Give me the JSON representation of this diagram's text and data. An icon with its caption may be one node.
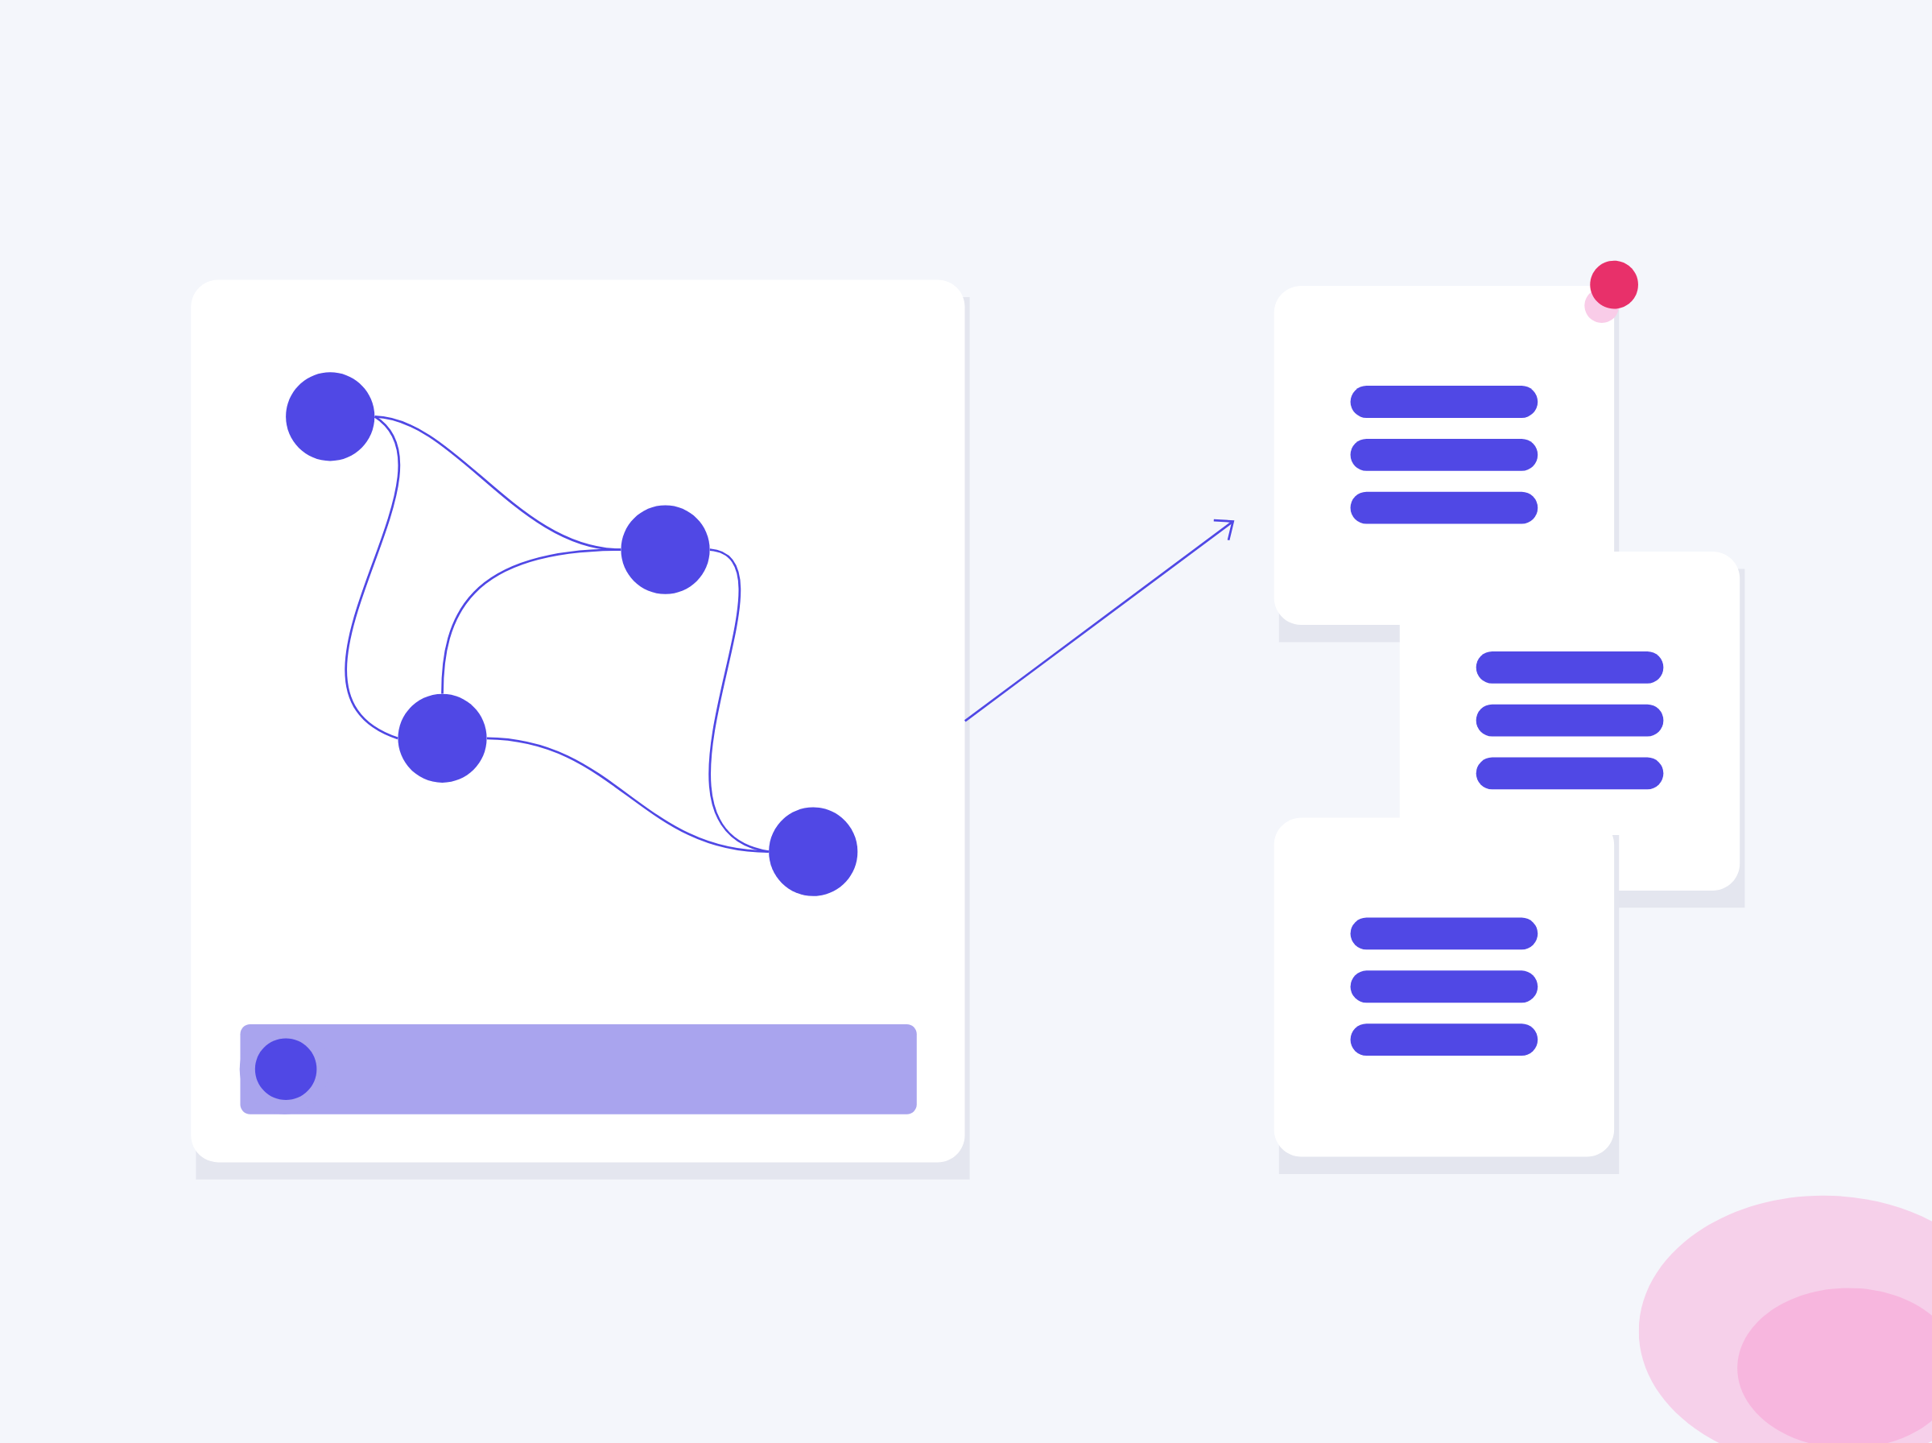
{
  "diagram": {
    "nodes": [
      {
        "text": [],
        "shape": "box"
      },
      {
        "text": [],
        "shape": "circle",
        "in": 0
      },
      {
        "text": [],
        "shape": "circle",
        "in": 0
      },
      {
        "text": [],
        "shape": "circle",
        "in": 0
      },
      {
        "text": [],
        "shape": "circle",
        "in": 0
      },
      {
        "text": [],
        "shape": "bar",
        "in": 0
      },
      {
        "text": [],
        "shape": "box"
      },
      {
        "text": [],
        "shape": "box"
      },
      {
        "text": [],
        "shape": "box"
      }
    ],
    "edges": [
      {
        "from": 1,
        "to": 2,
        "arrow": "none"
      },
      {
        "from": 1,
        "to": 3,
        "arrow": "none"
      },
      {
        "from": 2,
        "to": 3,
        "arrow": "none"
      },
      {
        "from": 2,
        "to": 4,
        "arrow": "none"
      },
      {
        "from": 3,
        "to": 4,
        "arrow": "none"
      },
      {
        "from": 0,
        "to": 6,
        "arrow": "to"
      }
    ]
  }
}
